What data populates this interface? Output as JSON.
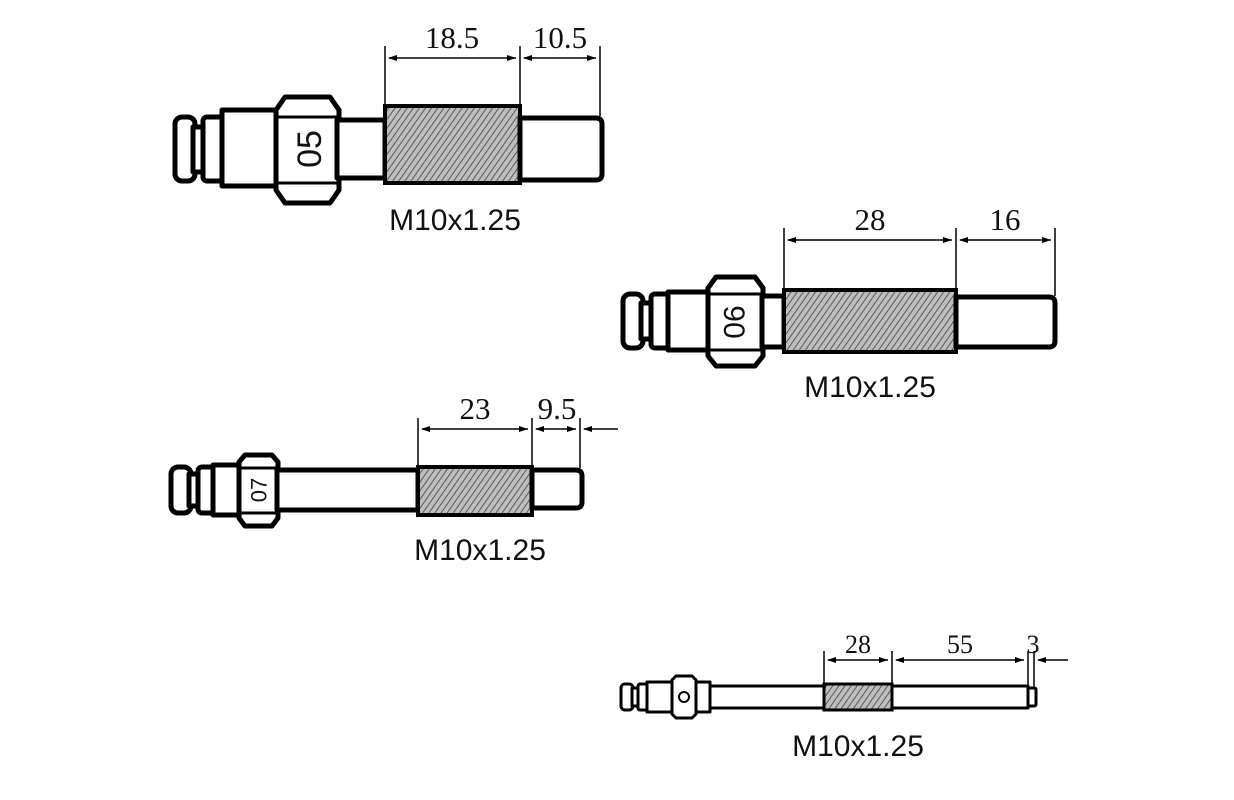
{
  "colors": {
    "ink": "#000000",
    "paper": "#ffffff",
    "thread_fill": "#9a9a9a"
  },
  "adapters": [
    {
      "nut_label": "05",
      "thread_label": "M10x1.25",
      "dimensions": [
        "18.5",
        "10.5"
      ]
    },
    {
      "nut_label": "06",
      "thread_label": "M10x1.25",
      "dimensions": [
        "28",
        "16"
      ]
    },
    {
      "nut_label": "07",
      "thread_label": "M10x1.25",
      "dimensions": [
        "23",
        "9.5"
      ]
    },
    {
      "nut_label": "",
      "thread_label": "M10x1.25",
      "dimensions": [
        "28",
        "55",
        "3"
      ]
    }
  ]
}
